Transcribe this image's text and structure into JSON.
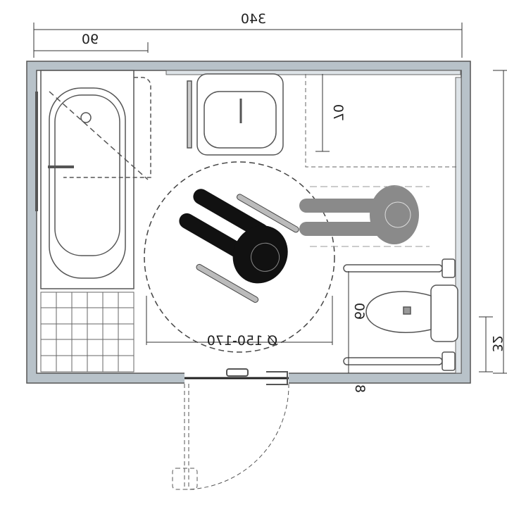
{
  "title": "Accessible bathroom floor plan",
  "dimensions": {
    "overall_width": "340",
    "bathtub_width": "90",
    "sink_clearance": "70",
    "turning_circle": "Ø 150-170",
    "toilet_grab_bar_spacing": "60",
    "toilet_offset": "32",
    "threshold": "8"
  },
  "colors": {
    "wall": "#b8c2c9",
    "line": "#333333",
    "wheelchair_dark": "#111111",
    "wheelchair_light": "#8a8a8a"
  }
}
